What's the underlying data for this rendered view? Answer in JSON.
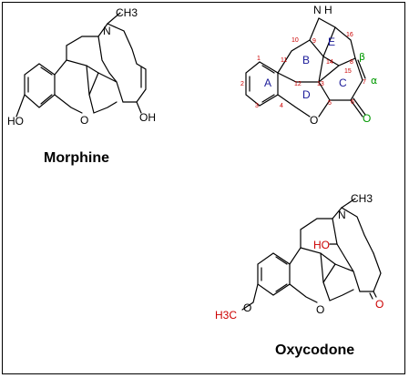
{
  "molecules": {
    "morphine": {
      "name": "Morphine",
      "atoms": {
        "n": "N",
        "ch3": "CH3",
        "ho_left": "HO",
        "o_bridge": "O",
        "oh_right": "OH"
      }
    },
    "numbered": {
      "atoms": {
        "nh": "N",
        "h": "H",
        "o_bridge": "O",
        "o_ketone": "O"
      },
      "ring_letters": [
        "A",
        "B",
        "C",
        "D",
        "E"
      ],
      "numbers": [
        "1",
        "2",
        "3",
        "4",
        "5",
        "6",
        "7",
        "8",
        "9",
        "10",
        "11",
        "12",
        "13",
        "14",
        "15",
        "16"
      ],
      "greek": {
        "beta": "β",
        "alpha": "α"
      }
    },
    "oxycodone": {
      "name": "Oxycodone",
      "atoms": {
        "n": "N",
        "ch3": "CH3",
        "ho": "HO",
        "methoxy_h3c": "H3C",
        "methoxy_o": "O",
        "o_bridge": "O",
        "o_ketone": "O"
      }
    }
  },
  "colors": {
    "line": "#000000",
    "heteroatom_red": "#cc0000",
    "ring_label_blue": "#1a1a99",
    "greek_green": "#009900"
  }
}
